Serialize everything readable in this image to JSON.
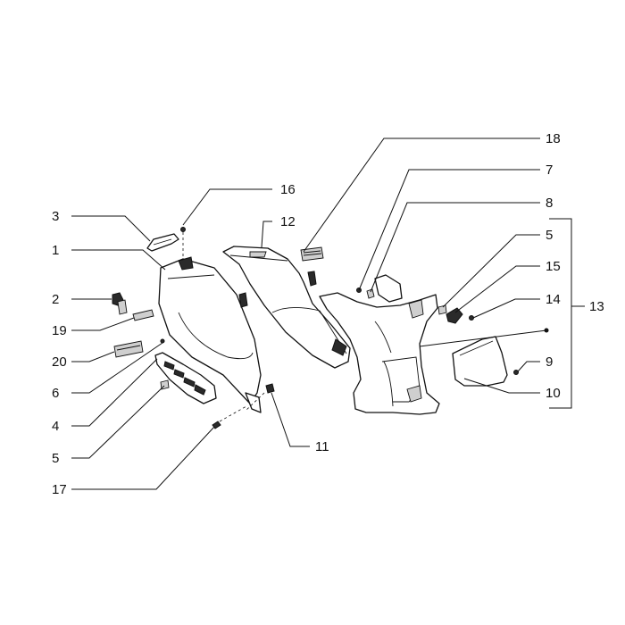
{
  "callouts": [
    "18",
    "7",
    "8",
    "16",
    "12",
    "3",
    "5",
    "1",
    "15",
    "14",
    "13",
    "2",
    "19",
    "20",
    "6",
    "9",
    "10",
    "4",
    "5",
    "11",
    "17"
  ]
}
